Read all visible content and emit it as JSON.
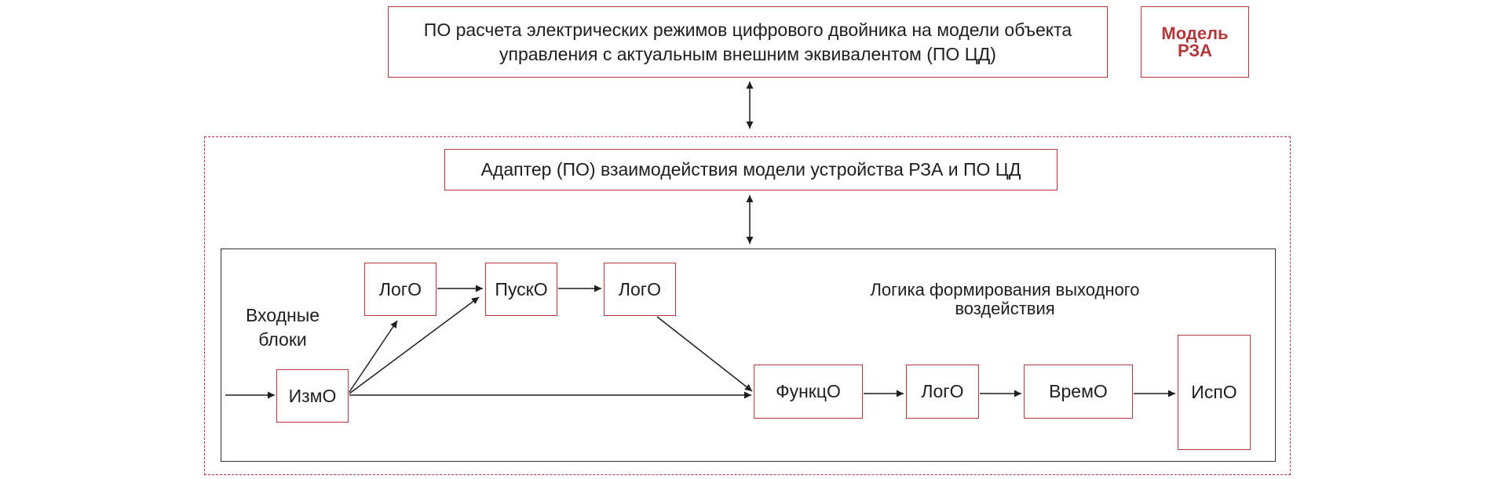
{
  "top": {
    "software_box": {
      "line1": "ПО расчета электрических режимов цифрового двойника на модели объекта",
      "line2": "управления с актуальным внешним эквивалентом (ПО ЦД)"
    },
    "model_box": {
      "line1": "Модель",
      "line2": "РЗА"
    }
  },
  "adapter_box": {
    "label": "Адаптер (ПО) взаимодействия модели устройства РЗА и ПО ЦД"
  },
  "inner": {
    "inputs_label": {
      "line1": "Входные",
      "line2": "блоки"
    },
    "logic_label": {
      "line1": "Логика формирования выходного",
      "line2": "воздействия"
    },
    "blocks": {
      "izmo": "ИзмО",
      "logo1": "ЛогО",
      "pusko": "ПускО",
      "logo2": "ЛогО",
      "funkco": "ФункцО",
      "logo3": "ЛогО",
      "vremo": "ВремО",
      "ispo": "ИспО"
    }
  },
  "colors": {
    "accent": "#b4373c",
    "line": "#1e1e1e"
  }
}
